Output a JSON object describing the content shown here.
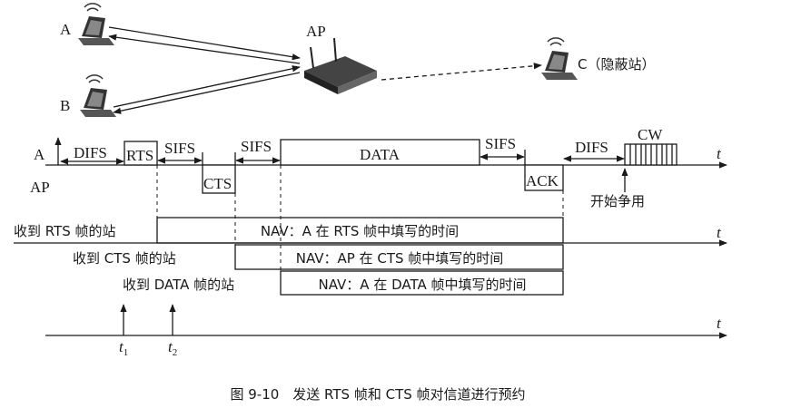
{
  "network": {
    "station_a": "A",
    "station_b": "B",
    "access_point": "AP",
    "station_c": "C（隐蔽站）"
  },
  "timeline": {
    "row_a": "A",
    "row_ap": "AP",
    "axis_label": "t",
    "difs": "DIFS",
    "rts": "RTS",
    "sifs": "SIFS",
    "cts": "CTS",
    "data": "DATA",
    "ack": "ACK",
    "cw": "CW",
    "contention_start": "开始争用"
  },
  "nav": [
    {
      "receiver": "收到 RTS 帧的站",
      "text": "NAV：A 在 RTS 帧中填写的时间"
    },
    {
      "receiver": "收到 CTS 帧的站",
      "text": "NAV：AP 在 CTS 帧中填写的时间"
    },
    {
      "receiver": "收到 DATA 帧的站",
      "text": "NAV：A 在 DATA 帧中填写的时间"
    }
  ],
  "markers": {
    "t1": "t",
    "t1_sub": "1",
    "t2": "t",
    "t2_sub": "2"
  },
  "caption": "图 9-10　发送 RTS 帧和 CTS 帧对信道进行预约"
}
